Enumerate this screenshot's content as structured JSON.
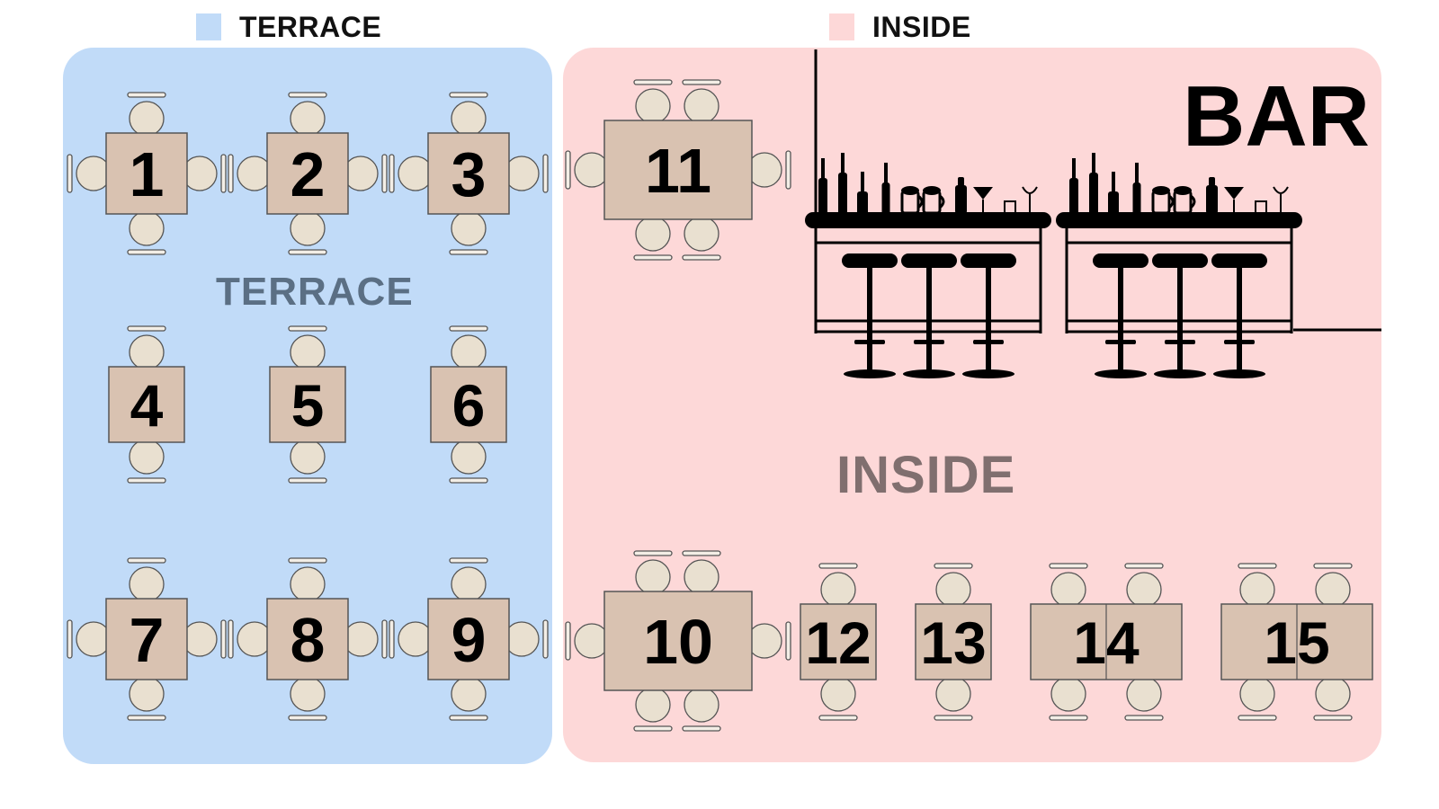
{
  "legend": [
    {
      "label": "TERRACE",
      "color": "#c1dbf8"
    },
    {
      "label": "INSIDE",
      "color": "#fdd8d8"
    }
  ],
  "zones": {
    "terrace": {
      "label": "TERRACE",
      "color": "#c1dbf8",
      "label_color": "#5b6f84"
    },
    "inside": {
      "label": "INSIDE",
      "color": "#fdd8d8",
      "label_color": "#806f6f"
    }
  },
  "bar": {
    "label": "BAR",
    "color": "#000000"
  },
  "colors": {
    "table": "#d9c2b1",
    "chair": "#e9e0d0",
    "outline": "#555555"
  },
  "tables": [
    {
      "number": "1",
      "zone": "terrace",
      "seats": 4
    },
    {
      "number": "2",
      "zone": "terrace",
      "seats": 4
    },
    {
      "number": "3",
      "zone": "terrace",
      "seats": 4
    },
    {
      "number": "4",
      "zone": "terrace",
      "seats": 2
    },
    {
      "number": "5",
      "zone": "terrace",
      "seats": 2
    },
    {
      "number": "6",
      "zone": "terrace",
      "seats": 2
    },
    {
      "number": "7",
      "zone": "terrace",
      "seats": 4
    },
    {
      "number": "8",
      "zone": "terrace",
      "seats": 4
    },
    {
      "number": "9",
      "zone": "terrace",
      "seats": 4
    },
    {
      "number": "10",
      "zone": "inside",
      "seats": 6
    },
    {
      "number": "11",
      "zone": "inside",
      "seats": 6
    },
    {
      "number": "12",
      "zone": "inside",
      "seats": 2
    },
    {
      "number": "13",
      "zone": "inside",
      "seats": 2
    },
    {
      "number": "14",
      "zone": "inside",
      "seats": 4
    },
    {
      "number": "15",
      "zone": "inside",
      "seats": 4
    }
  ]
}
